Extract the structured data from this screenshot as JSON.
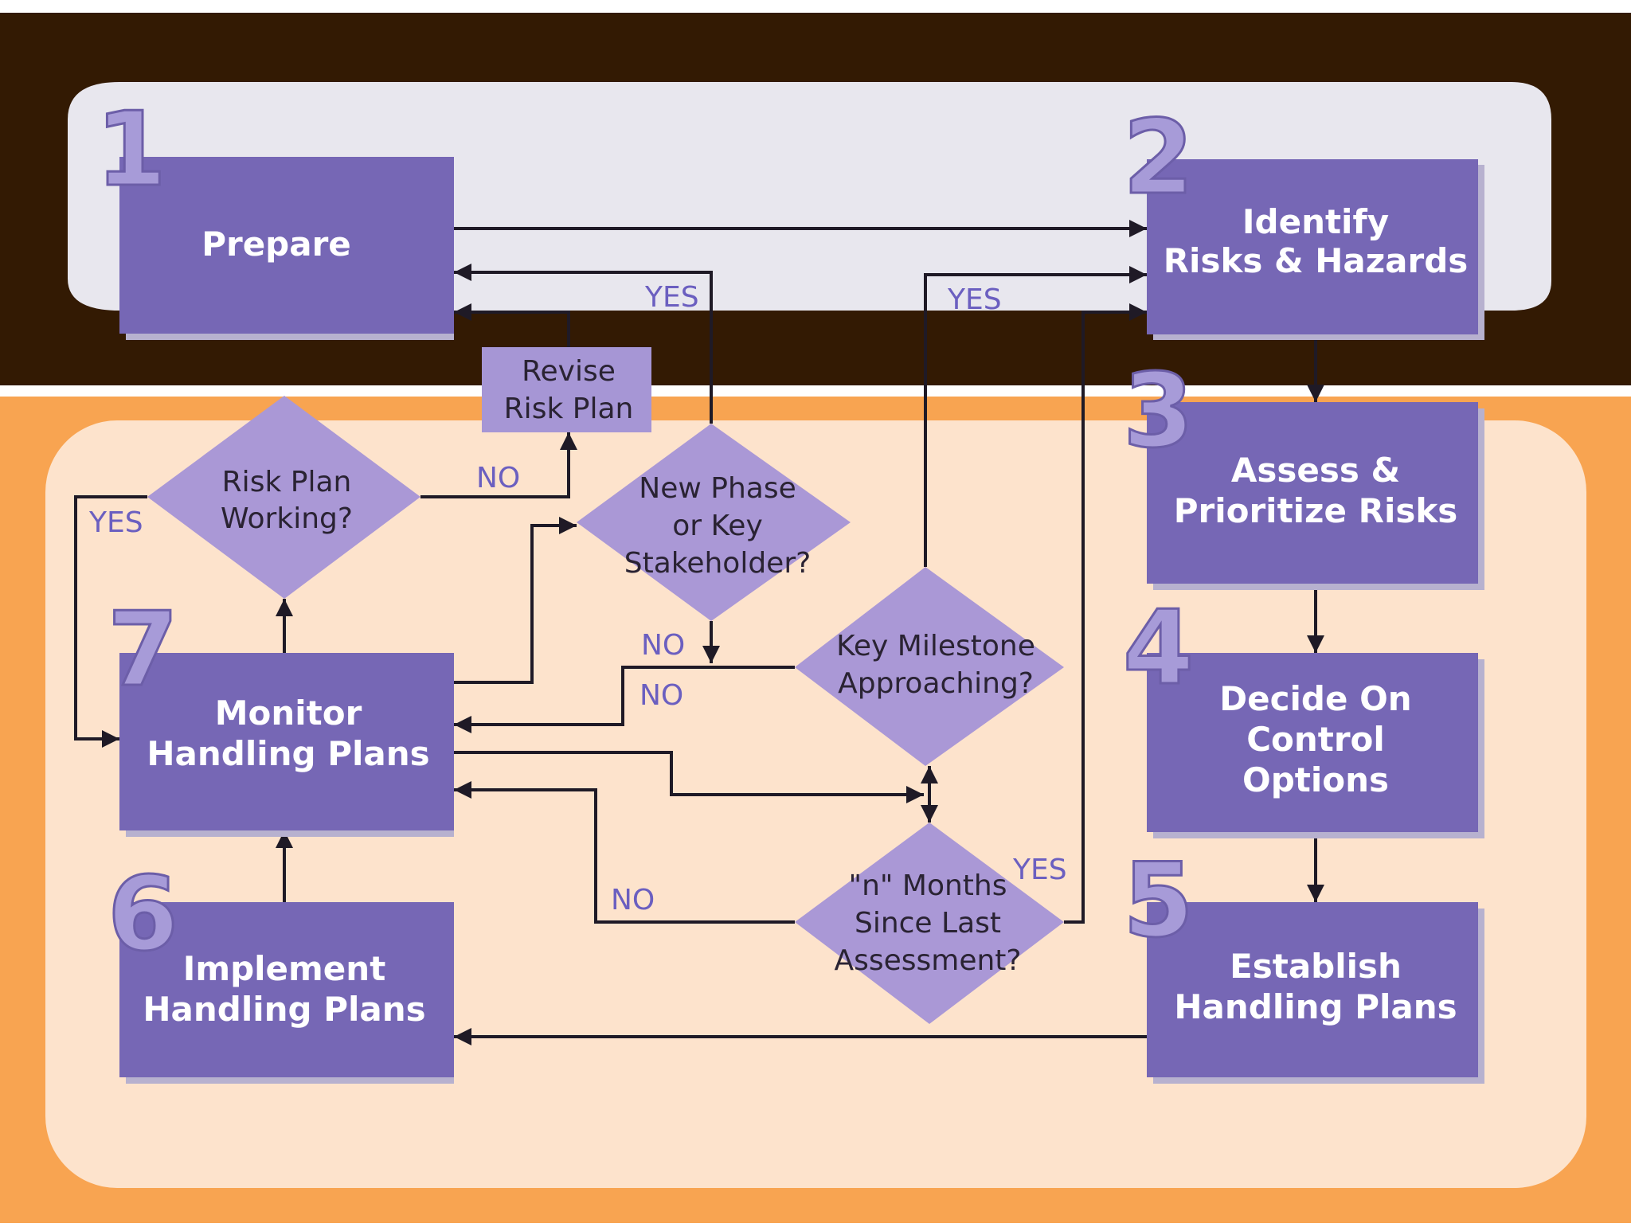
{
  "colors": {
    "dark_band": "#331a03",
    "top_panel": "#e8e7ee",
    "orange_band": "#f8a451",
    "bottom_panel": "#fde3cc",
    "box_fill": "#7667b5",
    "box_shadow": "#b7b1cf",
    "diamond_fill": "#aa98d6",
    "revise_fill": "#a696d5",
    "number_fill": "#a79bd8",
    "answer_text": "#6b5fc0",
    "line": "#1f1a26"
  },
  "steps": {
    "prepare": {
      "number": "1",
      "lines": [
        "Prepare"
      ]
    },
    "identify": {
      "number": "2",
      "lines": [
        "Identify",
        "Risks & Hazards"
      ]
    },
    "assess": {
      "number": "3",
      "lines": [
        "Assess &",
        "Prioritize Risks"
      ]
    },
    "decide": {
      "number": "4",
      "lines": [
        "Decide On",
        "Control",
        "Options"
      ]
    },
    "establish": {
      "number": "5",
      "lines": [
        "Establish",
        "Handling Plans"
      ]
    },
    "implement": {
      "number": "6",
      "lines": [
        "Implement",
        "Handling Plans"
      ]
    },
    "monitor": {
      "number": "7",
      "lines": [
        "Monitor",
        "Handling Plans"
      ]
    }
  },
  "revise": {
    "lines": [
      "Revise",
      "Risk Plan"
    ]
  },
  "decisions": {
    "risk_plan": [
      "Risk Plan",
      "Working?"
    ],
    "new_phase": [
      "New Phase",
      "or Key",
      "Stakeholder?"
    ],
    "milestone": [
      "Key Milestone",
      "Approaching?"
    ],
    "months": [
      "\"n\" Months",
      "Since Last",
      "Assessment?"
    ]
  },
  "answers": {
    "yes": "YES",
    "no": "NO"
  }
}
